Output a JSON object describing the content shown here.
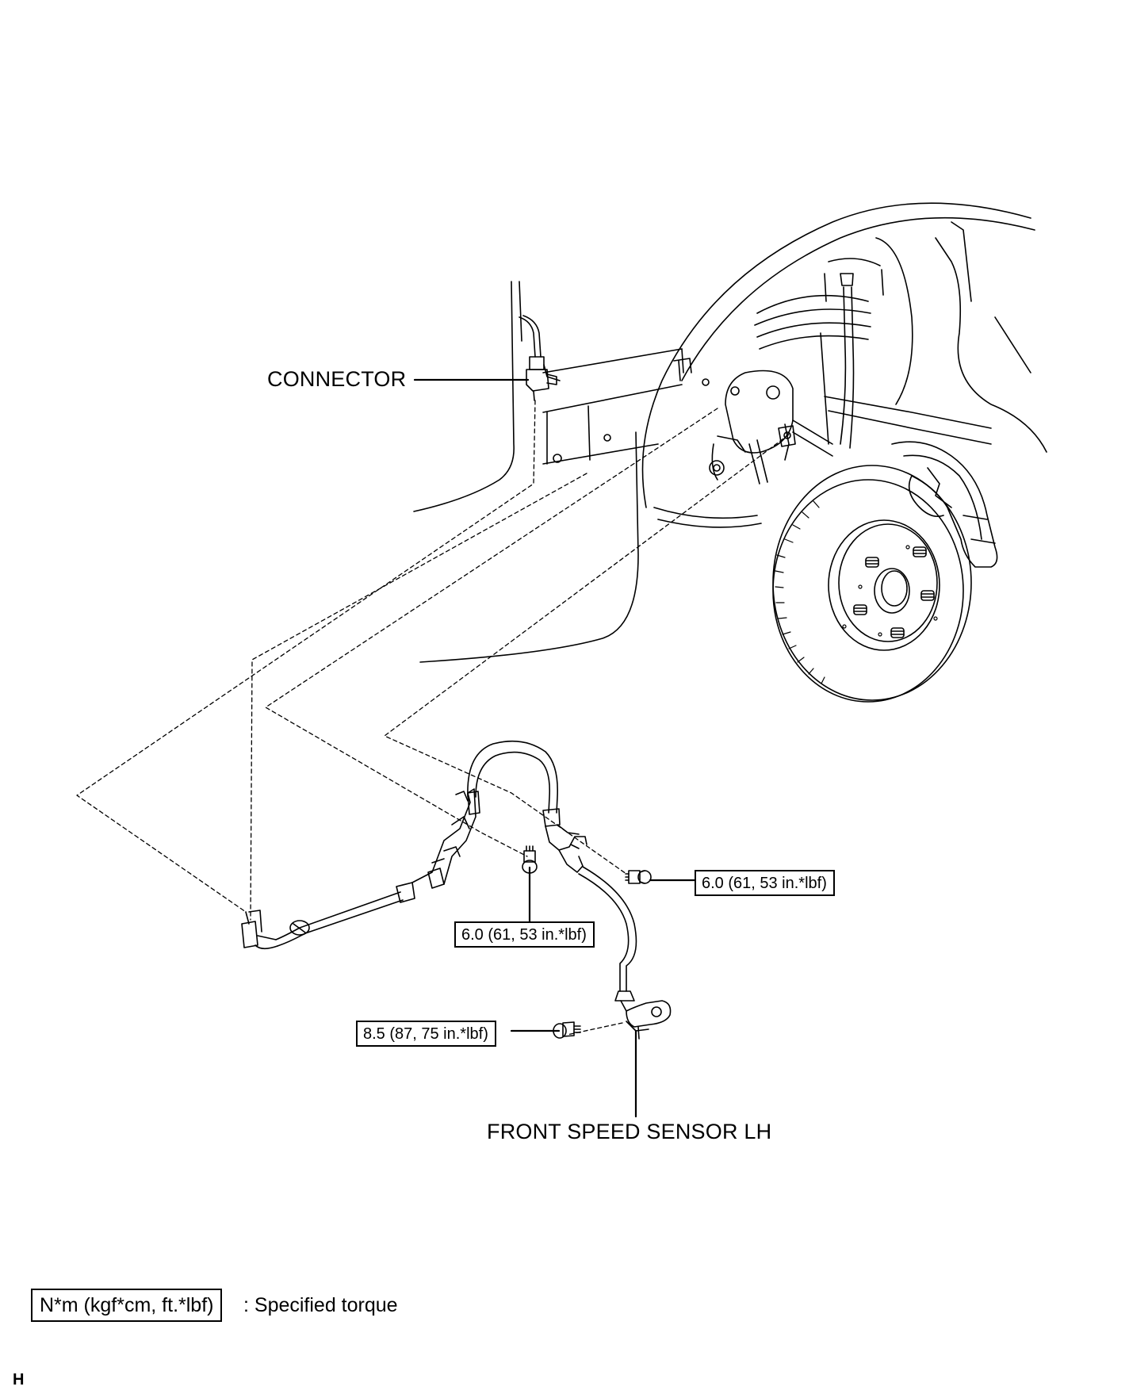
{
  "labels": {
    "connector": "CONNECTOR",
    "front_speed_sensor": "FRONT SPEED SENSOR LH"
  },
  "torque_specs": {
    "bracket_bolt_upper": "6.0 (61, 53 in.*lbf)",
    "bracket_bolt_lower": "6.0 (61, 53 in.*lbf)",
    "sensor_bolt": "8.5 (87, 75 in.*lbf)"
  },
  "legend": {
    "unit": "N*m (kgf*cm, ft.*lbf)",
    "description": ": Specified torque"
  },
  "corner_mark": "H",
  "colors": {
    "line": "#000000",
    "background": "#ffffff"
  }
}
